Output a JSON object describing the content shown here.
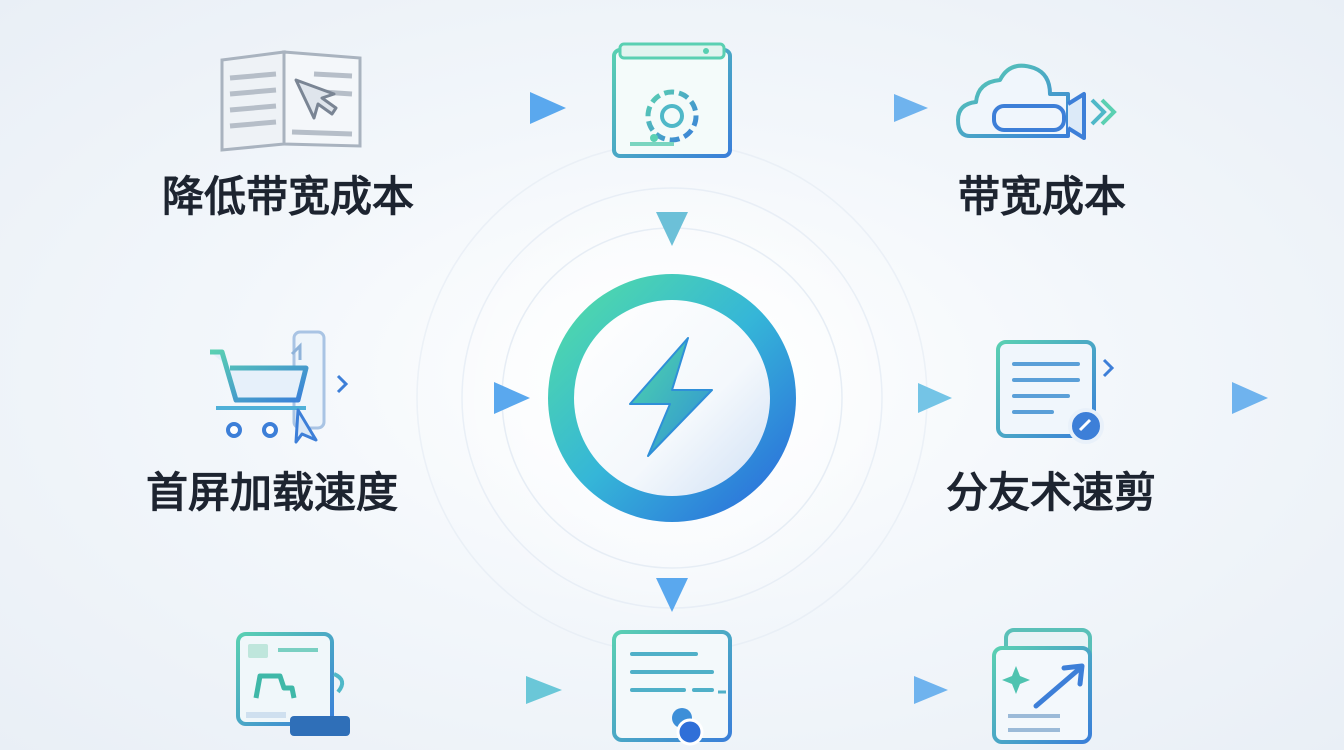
{
  "labels": {
    "reduce_bandwidth_cost": "降低带宽成本",
    "bandwidth_cost": "带宽成本",
    "first_screen_load_speed": "首屏加载速度",
    "split_speed_cut": "分友术速剪"
  },
  "colors": {
    "arrow_blue": "#5aa8ee",
    "arrow_teal": "#7fd6c8",
    "icon_teal": "#4fc3b0",
    "icon_blue": "#3d7fd8",
    "icon_gray": "#a9b3bf",
    "ring_green": "#4fd6a0",
    "ring_blue": "#2f6fe0",
    "text": "#1d2430"
  },
  "icons": {
    "top_left": "document-cursor-icon",
    "top_center": "browser-gear-icon",
    "top_right": "cloud-camera-icon",
    "mid_left": "shopping-cart-icon",
    "center": "lightning-hub-icon",
    "mid_right": "document-badge-icon",
    "bottom_left": "monitor-chart-icon",
    "bottom_center": "document-user-icon",
    "bottom_right": "document-arrow-icon"
  }
}
